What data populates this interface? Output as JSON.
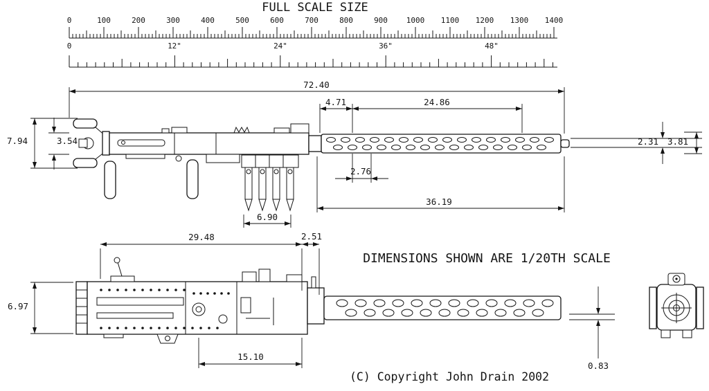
{
  "title": "FULL SCALE SIZE",
  "ruler": {
    "mm_labels": [
      "0",
      "100",
      "200",
      "300",
      "400",
      "500",
      "600",
      "700",
      "800",
      "900",
      "1000",
      "1100",
      "1200",
      "1300",
      "1400"
    ],
    "inch_labels": [
      "0",
      "12\"",
      "24\"",
      "36\"",
      "48\""
    ]
  },
  "top_view_dims": {
    "overall_length": "72.40",
    "rear_to_jacket": "4.71",
    "jacket_section": "24.86",
    "grip_height": "7.94",
    "receiver_height": "3.54",
    "barrel_od": "2.31",
    "jacket_od": "3.81",
    "jacket_inset": "2.76",
    "barrel_length": "36.19",
    "belt_width": "6.90"
  },
  "side_view_dims": {
    "receiver_length": "29.48",
    "front_block": "2.51",
    "receiver_height": "6.97",
    "base_length": "15.10",
    "barrel_drop": "0.83"
  },
  "notes": {
    "scale_note": "DIMENSIONS SHOWN ARE 1/20TH SCALE",
    "copyright": "(C) Copyright John Drain 2002"
  }
}
